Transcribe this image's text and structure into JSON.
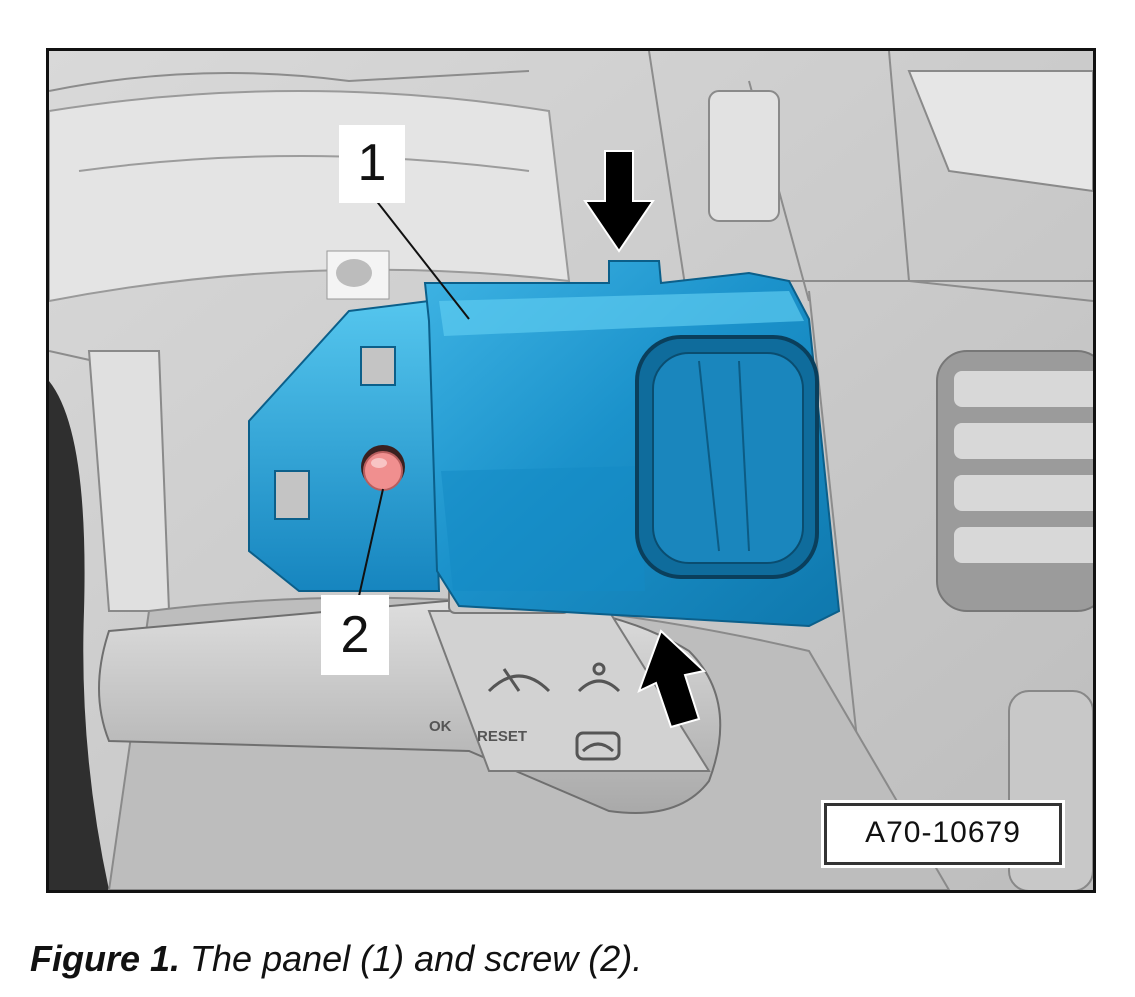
{
  "figure": {
    "callouts": [
      {
        "id": "1",
        "text": "1"
      },
      {
        "id": "2",
        "text": "2"
      }
    ],
    "reference_code": "A70-10679",
    "stalk_labels": {
      "ok": "OK",
      "reset": "RESET"
    },
    "colors": {
      "panel": "#1a93cc",
      "panel_highlight": "#49c0ea",
      "screw": "#f08f8f",
      "arrow": "#000000",
      "background": "#cfcfcf"
    }
  },
  "caption": {
    "figure_number": "Figure 1.",
    "text": " The panel (1) and screw (2)."
  }
}
